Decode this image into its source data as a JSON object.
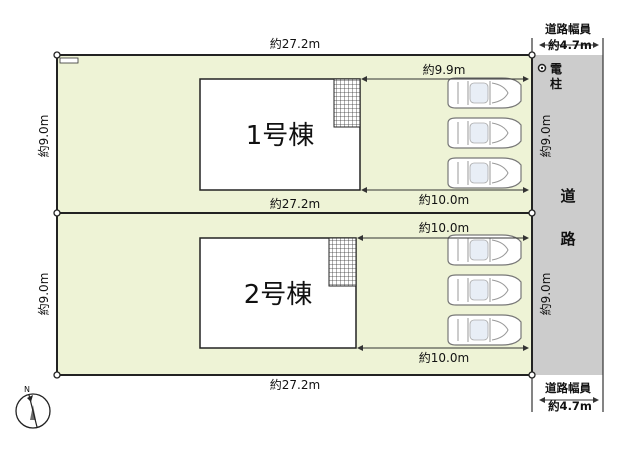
{
  "plot": {
    "top_width": "約27.2m",
    "middle_width": "約27.2m",
    "bottom_width": "約27.2m",
    "lot1_depth": "約9.0m",
    "lot2_depth": "約9.0m",
    "lot1_road_depth": "約9.0m",
    "lot2_road_depth": "約9.0m"
  },
  "buildings": [
    {
      "name": "1号棟",
      "top_setback": "約9.9m",
      "bottom_setback": "約10.0m"
    },
    {
      "name": "2号棟",
      "top_setback": "約10.0m",
      "bottom_setback": "約10.0m"
    }
  ],
  "road": {
    "width_title": "道路幅員",
    "width_value": "約4.7m",
    "name_char1": "道",
    "name_char2": "路"
  },
  "pole": {
    "label_line1": "電",
    "label_line2": "柱"
  },
  "compass": {
    "north": "N"
  },
  "colors": {
    "lot_fill": "#eef3d6",
    "road_fill": "#cccccc",
    "outline": "#222222"
  }
}
